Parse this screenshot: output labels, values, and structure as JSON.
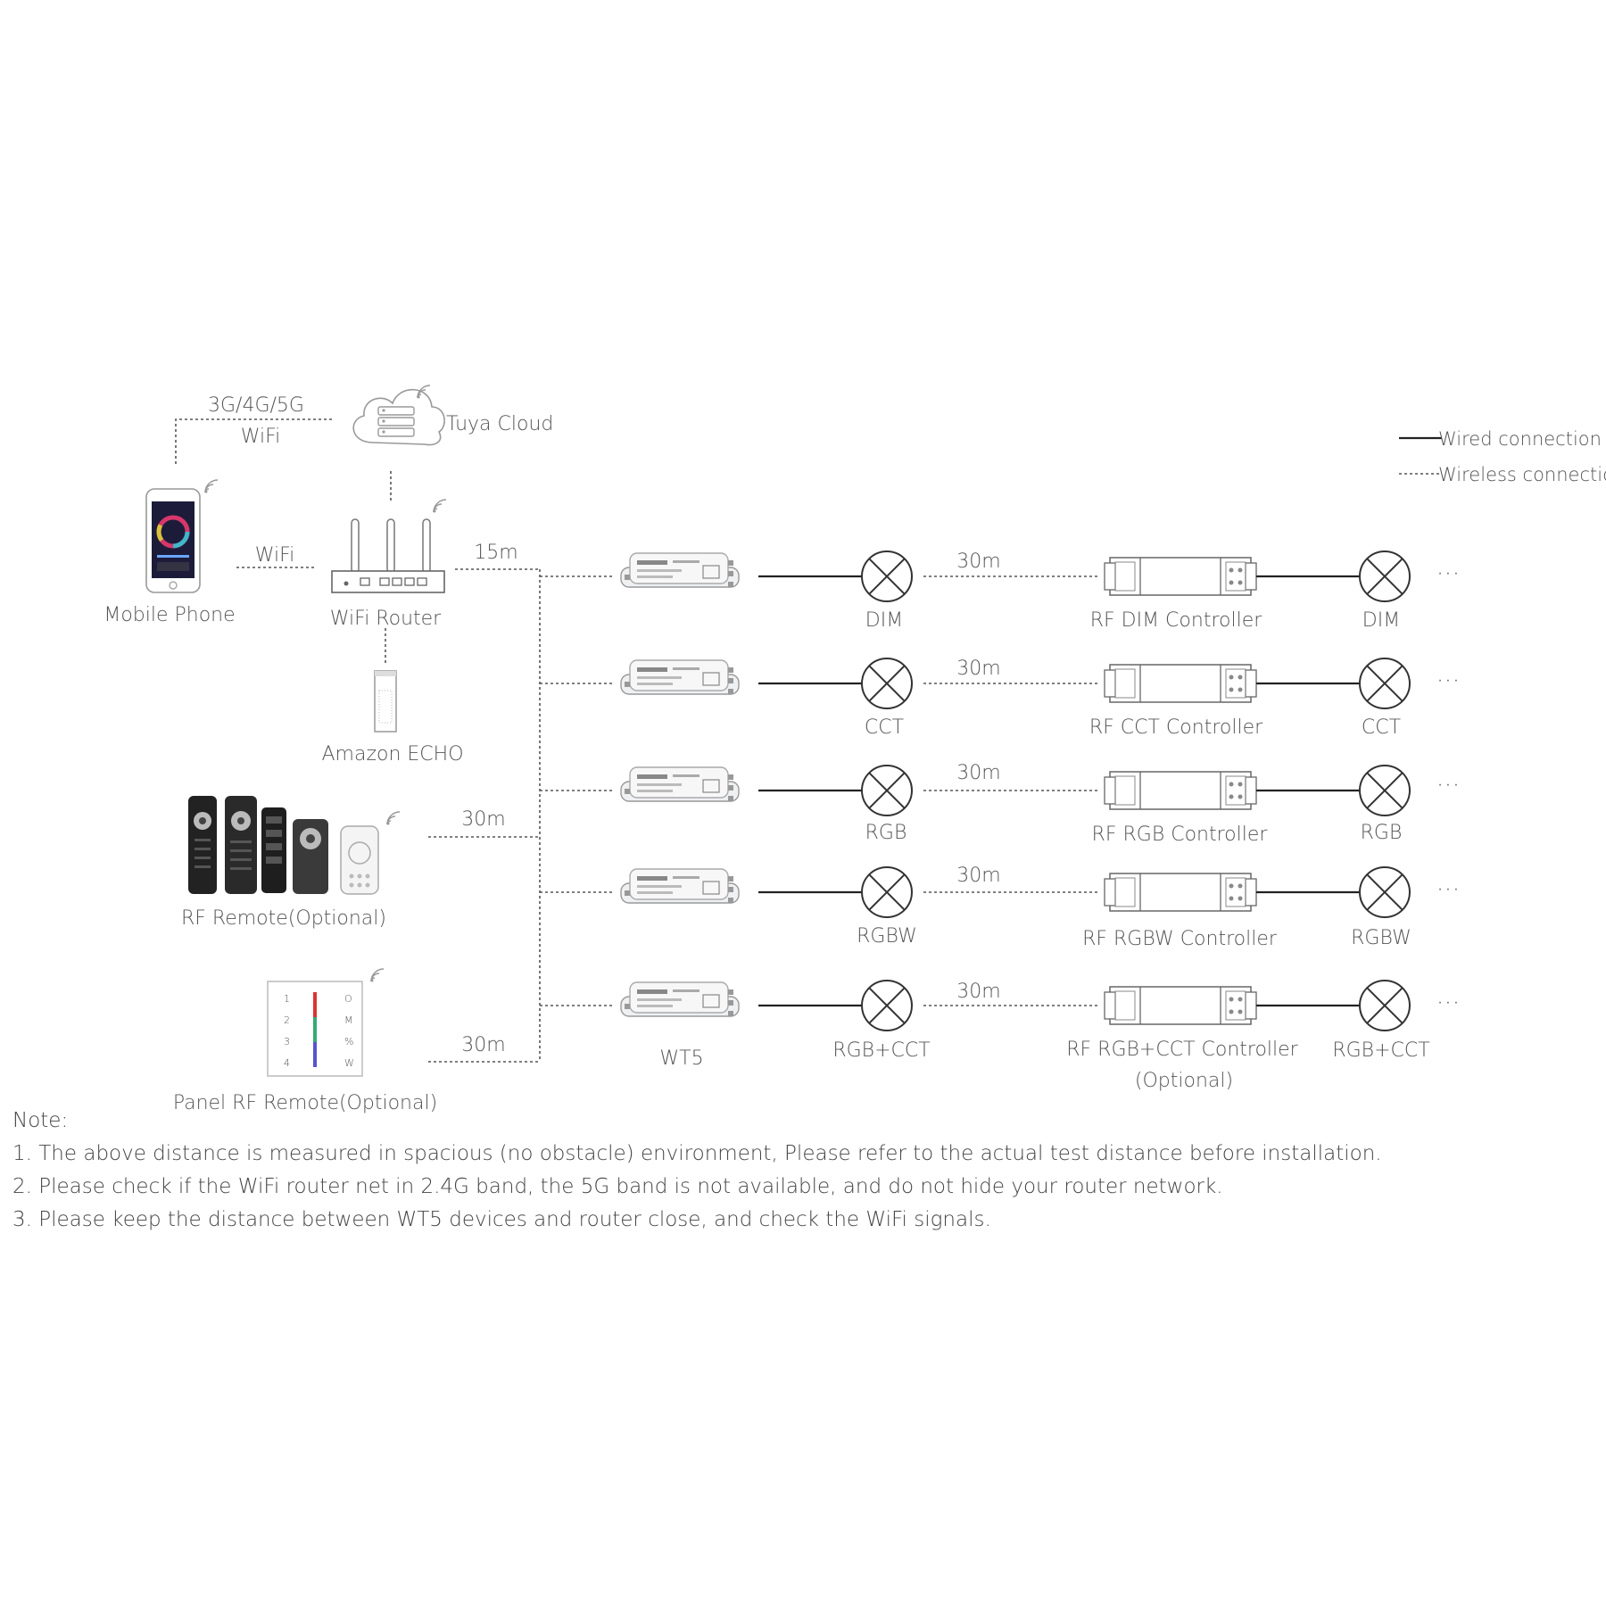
{
  "nodes": {
    "tuya_cloud": "Tuya Cloud",
    "cellular": "3G/4G/5G",
    "cellular_wifi": "WiFi",
    "phone_wifi": "WiFi",
    "mobile_phone": "Mobile Phone",
    "wifi_router": "WiFi Router",
    "amazon_echo": "Amazon ECHO",
    "rf_remote": "RF Remote(Optional)",
    "panel_remote": "Panel RF Remote(Optional)",
    "wt5": "WT5"
  },
  "distances": {
    "router_bus": "15m",
    "remote_bus": "30m",
    "panel_bus": "30m"
  },
  "legend": {
    "wired": "Wired connection",
    "wireless": "Wireless connection"
  },
  "panel_keys": {
    "left": [
      "1",
      "2",
      "3",
      "4"
    ],
    "right": [
      "O",
      "M",
      "%",
      "W"
    ]
  },
  "rows": [
    {
      "lamp": "DIM",
      "distance": "30m",
      "controller": "RF DIM Controller",
      "controller_note": "",
      "lamp2": "DIM",
      "more": "···"
    },
    {
      "lamp": "CCT",
      "distance": "30m",
      "controller": "RF CCT Controller",
      "controller_note": "",
      "lamp2": "CCT",
      "more": "···"
    },
    {
      "lamp": "RGB",
      "distance": "30m",
      "controller": "RF RGB Controller",
      "controller_note": "",
      "lamp2": "RGB",
      "more": "···"
    },
    {
      "lamp": "RGBW",
      "distance": "30m",
      "controller": "RF RGBW Controller",
      "controller_note": "",
      "lamp2": "RGBW",
      "more": "···"
    },
    {
      "lamp": "RGB+CCT",
      "distance": "30m",
      "controller": "RF RGB+CCT Controller",
      "controller_note": "(Optional)",
      "lamp2": "RGB+CCT",
      "more": "···"
    }
  ],
  "notes": {
    "heading": "Note:",
    "items": [
      "1. The above distance is measured in spacious (no obstacle) environment,  Please refer to the actual test distance before installation.",
      "2. Please check if the WiFi router net in 2.4G band, the 5G band is not available, and do not hide your router network.",
      "3. Please keep the distance between WT5 devices and router close, and check the WiFi signals."
    ]
  },
  "colors": {
    "wire": "#222222",
    "text": "#555555"
  }
}
